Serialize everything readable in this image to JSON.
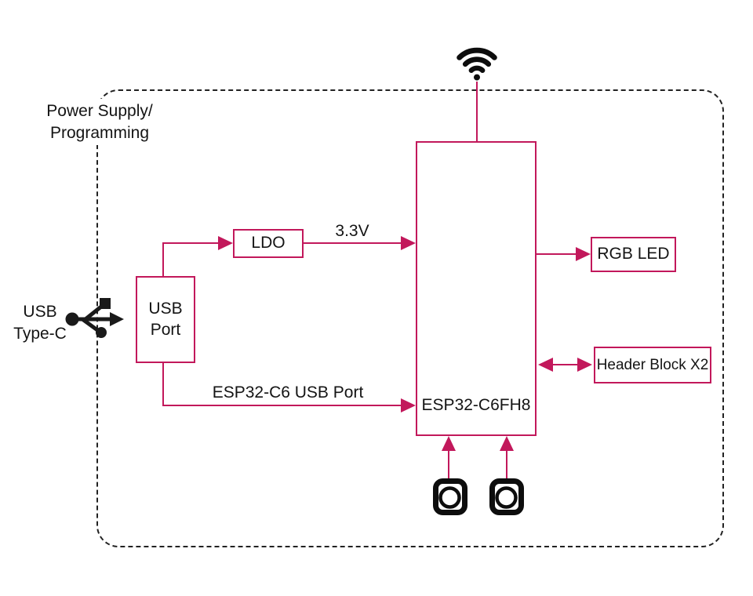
{
  "colors": {
    "accent": "#C2185B",
    "ink": "#141414",
    "icon_black": "#0d0d0d"
  },
  "frame": {
    "title_line1": "Power Supply/",
    "title_line2": "Programming"
  },
  "nodes": {
    "esp32": "ESP32-C6FH8",
    "ldo": "LDO",
    "usb_port_line1": "USB",
    "usb_port_line2": "Port",
    "rgb_led": "RGB LED",
    "header_block": "Header Block X2"
  },
  "labels": {
    "usb_type_c_line1": "USB",
    "usb_type_c_line2": "Type-C",
    "rail_3v3": "3.3V",
    "esp32_usb_port": "ESP32-C6 USB Port"
  },
  "icons": {
    "wifi": "wifi-antenna-icon",
    "usb": "usb-connector-icon",
    "button_left": "push-button-icon",
    "button_right": "push-button-icon"
  }
}
